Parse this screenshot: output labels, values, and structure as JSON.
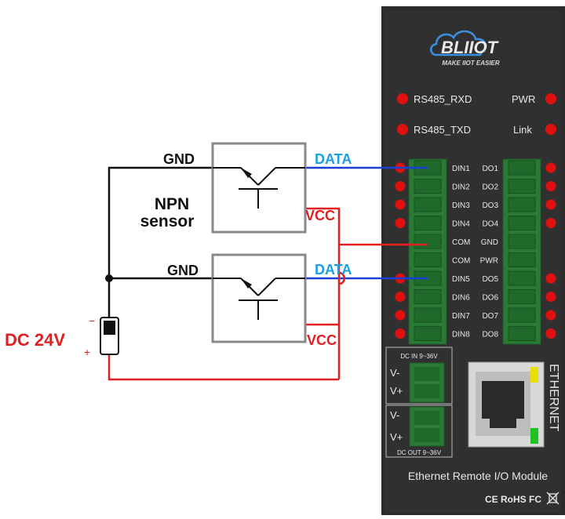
{
  "device": {
    "brand": "BLIIOT",
    "slogan": "MAKE IIOT EASIER",
    "leds": {
      "rs485_rxd": "RS485_RXD",
      "rs485_txd": "RS485_TXD",
      "pwr": "PWR",
      "link": "Link"
    },
    "left_terminal_labels": [
      "DIN1",
      "DIN2",
      "DIN3",
      "DIN4",
      "COM",
      "COM",
      "DIN5",
      "DIN6",
      "DIN7",
      "DIN8"
    ],
    "right_terminal_labels": [
      "DO1",
      "DO2",
      "DO3",
      "DO4",
      "GND",
      "PWR",
      "DO5",
      "DO6",
      "DO7",
      "DO8"
    ],
    "power_in_label": "DC  IN  9~36V",
    "power_out_label": "DC OUT 9~36V",
    "vminus": "V-",
    "vplus": "V+",
    "ethernet_label": "ETHERNET",
    "module_name": "Ethernet Remote I/O Module",
    "certifications": "CE RoHS FC",
    "colors": {
      "body": "#2b2b2b",
      "terminal_green": "#2f8f3f",
      "led_red": "#e01010",
      "eth_led_yellow": "#e8e000",
      "eth_led_green": "#20c020"
    }
  },
  "wiring": {
    "gnd_label_1": "GND",
    "gnd_label_2": "GND",
    "data_label_1": "DATA",
    "data_label_2": "DATA",
    "vcc_label_1": "VCC",
    "vcc_label_2": "VCC",
    "sensor_label_line1": "NPN",
    "sensor_label_line2": "sensor",
    "supply_label": "DC 24V",
    "minus": "−",
    "plus": "+",
    "colors": {
      "gnd_wire": "#111111",
      "data_wire": "#1a3fd6",
      "vcc_wire": "#e02020",
      "data_text": "#1aa0e0",
      "vcc_text": "#e02020"
    }
  }
}
